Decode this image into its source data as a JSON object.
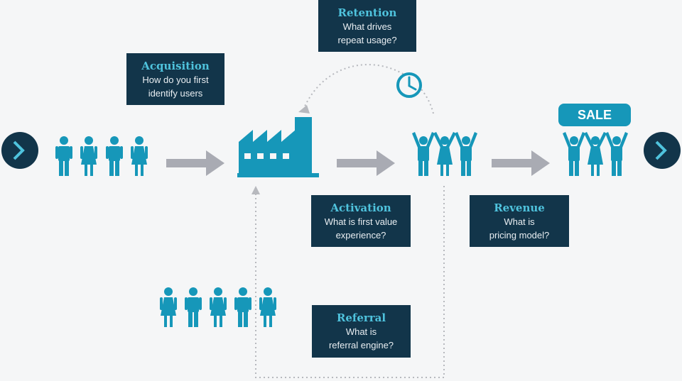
{
  "stages": {
    "acquisition": {
      "title": "Acquisition",
      "desc": "How do you first\nidentify users"
    },
    "retention": {
      "title": "Retention",
      "desc": "What drives\nrepeat usage?"
    },
    "activation": {
      "title": "Activation",
      "desc": "What is first value\nexperience?"
    },
    "revenue": {
      "title": "Revenue",
      "desc": "What is\npricing model?"
    },
    "referral": {
      "title": "Referral",
      "desc": "What is\nreferral engine?"
    }
  },
  "sale_label": "SALE",
  "colors": {
    "people": "#1697b9",
    "box_bg": "#12354a",
    "box_title": "#4fc3dd",
    "arrow": "#a9abb3",
    "dotted": "#b7b9be"
  }
}
